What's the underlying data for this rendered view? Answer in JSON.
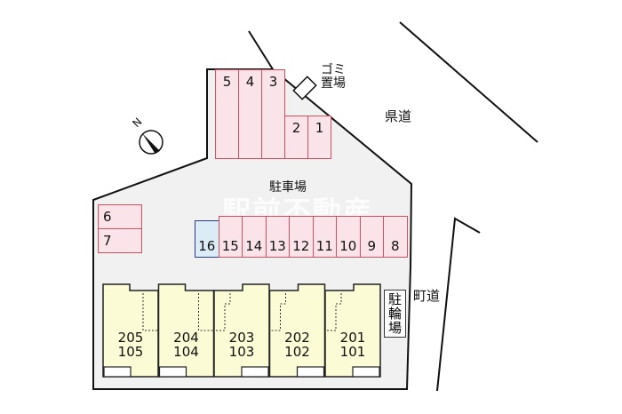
{
  "roads": {
    "prefectural": "県道",
    "town": "町道"
  },
  "labels": {
    "parking": "駐車場",
    "garbage": "ゴミ置場",
    "bicycle": "駐輪場",
    "north": "N"
  },
  "watermark": "駅前不動産",
  "parking_top": [
    "5",
    "4",
    "3"
  ],
  "parking_top_short": [
    "2",
    "1"
  ],
  "parking_side": [
    "6",
    "7"
  ],
  "parking_row": [
    "16",
    "15",
    "14",
    "13",
    "12",
    "11",
    "10",
    "9",
    "8"
  ],
  "units": [
    {
      "upper": "205",
      "lower": "105"
    },
    {
      "upper": "204",
      "lower": "104"
    },
    {
      "upper": "203",
      "lower": "103"
    },
    {
      "upper": "202",
      "lower": "102"
    },
    {
      "upper": "201",
      "lower": "101"
    }
  ],
  "colors": {
    "parking": "#fbe3ea",
    "parking_border": "#d4505f",
    "accessible": "#dcecf6",
    "building": "#fbfbd6",
    "site": "#f1f1f1"
  }
}
